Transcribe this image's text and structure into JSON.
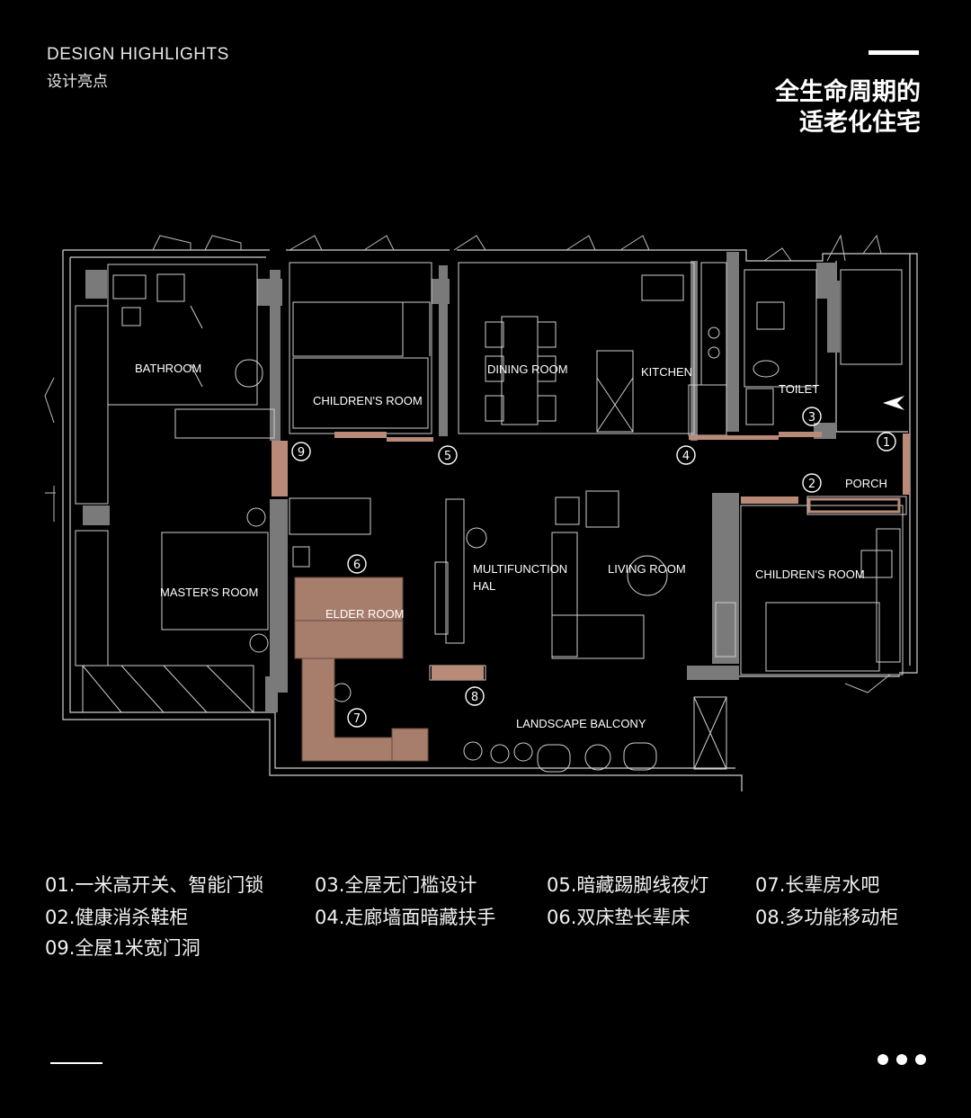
{
  "header": {
    "en": "DESIGN HIGHLIGHTS",
    "cn": "设计亮点",
    "title_line1": "全生命周期的",
    "title_line2": "适老化住宅"
  },
  "rooms": {
    "bathroom": "BATHROOM",
    "children_room_top": "CHILDREN'S ROOM",
    "dining_room": "DINING ROOM",
    "kitchen": "KITCHEN",
    "toilet": "TOILET",
    "porch": "PORCH",
    "masters_room": "MASTER'S ROOM",
    "elder_room": "ELDER ROOM",
    "multifunction_1": "MULTIFUNCTION",
    "multifunction_2": "HAL",
    "living_room": "LIVING ROOM",
    "children_room_right": "CHILDREN'S ROOM",
    "landscape_balcony": "LANDSCAPE BALCONY"
  },
  "markers": [
    "1",
    "2",
    "3",
    "4",
    "5",
    "6",
    "7",
    "8",
    "9"
  ],
  "legend": [
    "01.一米高开关、智能门锁",
    "02.健康消杀鞋柜",
    "09.全屋1米宽门洞",
    "03.全屋无门槛设计",
    "04.走廊墙面暗藏扶手",
    "05.暗藏踢脚线夜灯",
    "06.双床垫长辈床",
    "07.长辈房水吧",
    "08.多功能移动柜"
  ],
  "colors": {
    "background": "#000000",
    "line": "#d8d8d8",
    "wall": "#8a8a8a",
    "highlight": "#b98a78"
  },
  "icons": {
    "entry": "entry-arrow-icon",
    "more": "more-dots-icon"
  }
}
